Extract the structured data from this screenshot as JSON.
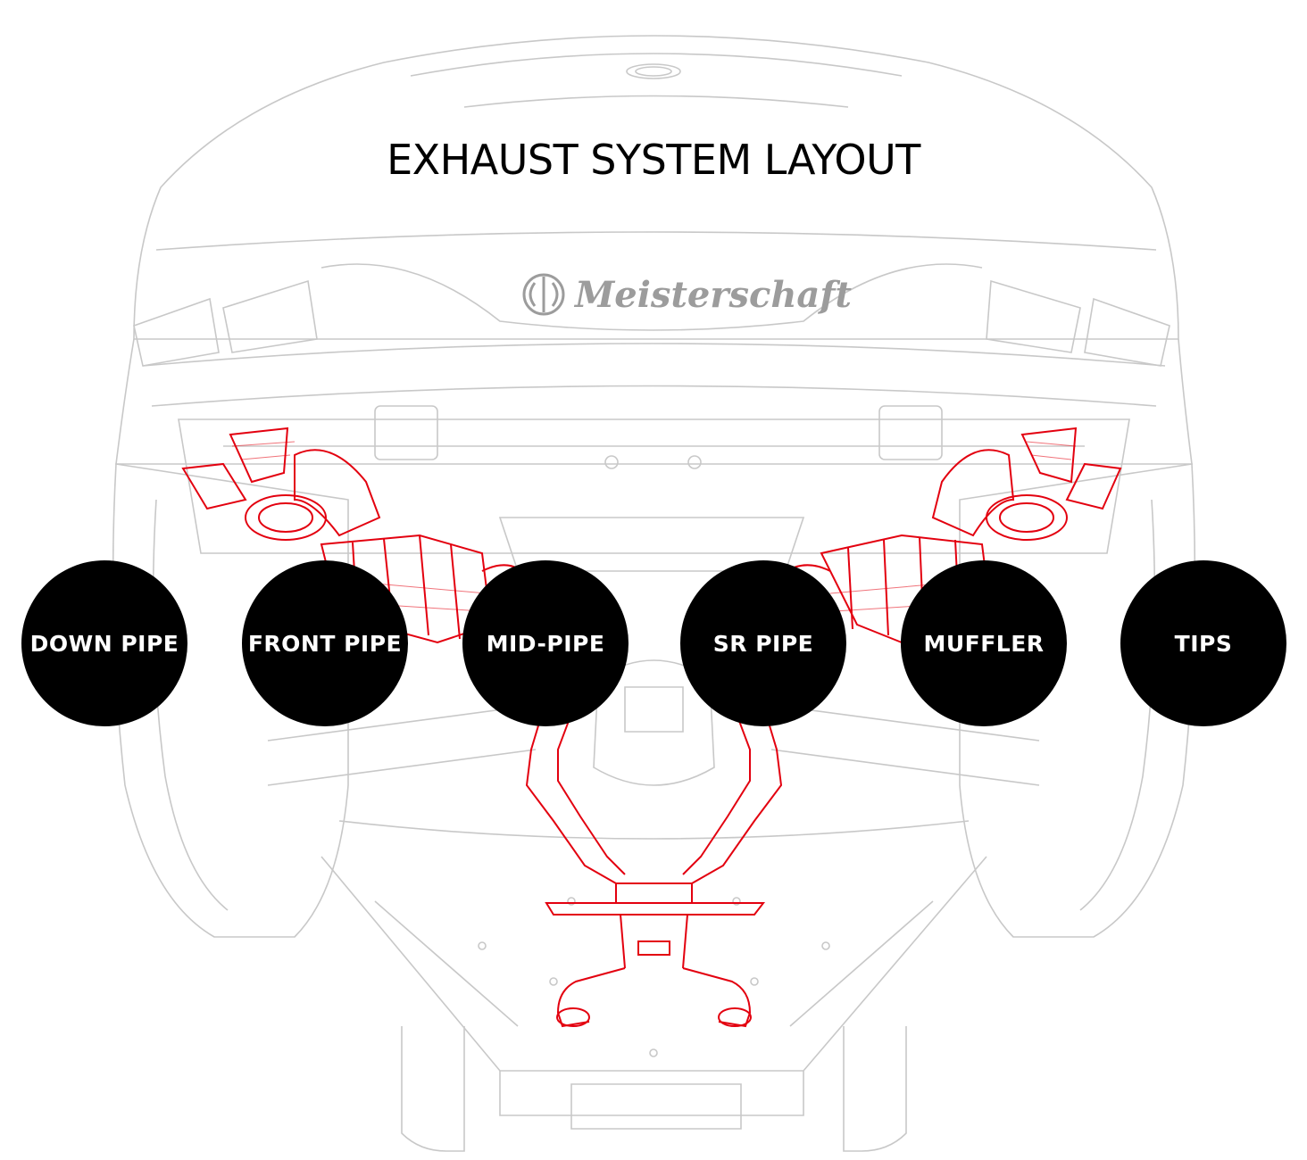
{
  "title": "EXHAUST SYSTEM LAYOUT",
  "brand": {
    "name": "Meisterschaft",
    "icon": "meisterschaft-logo-icon"
  },
  "parts": [
    {
      "id": "down-pipe",
      "label": "DOWN PIPE"
    },
    {
      "id": "front-pipe",
      "label": "FRONT PIPE"
    },
    {
      "id": "mid-pipe",
      "label": "MID-PIPE"
    },
    {
      "id": "sr-pipe",
      "label": "SR PIPE"
    },
    {
      "id": "muffler",
      "label": "MUFFLER"
    },
    {
      "id": "tips",
      "label": "TIPS"
    }
  ],
  "colors": {
    "outline": "#c8c8c8",
    "exhaust": "#e3000f",
    "button": "#000000",
    "button_text": "#ffffff",
    "brand": "#9c9c9c"
  }
}
